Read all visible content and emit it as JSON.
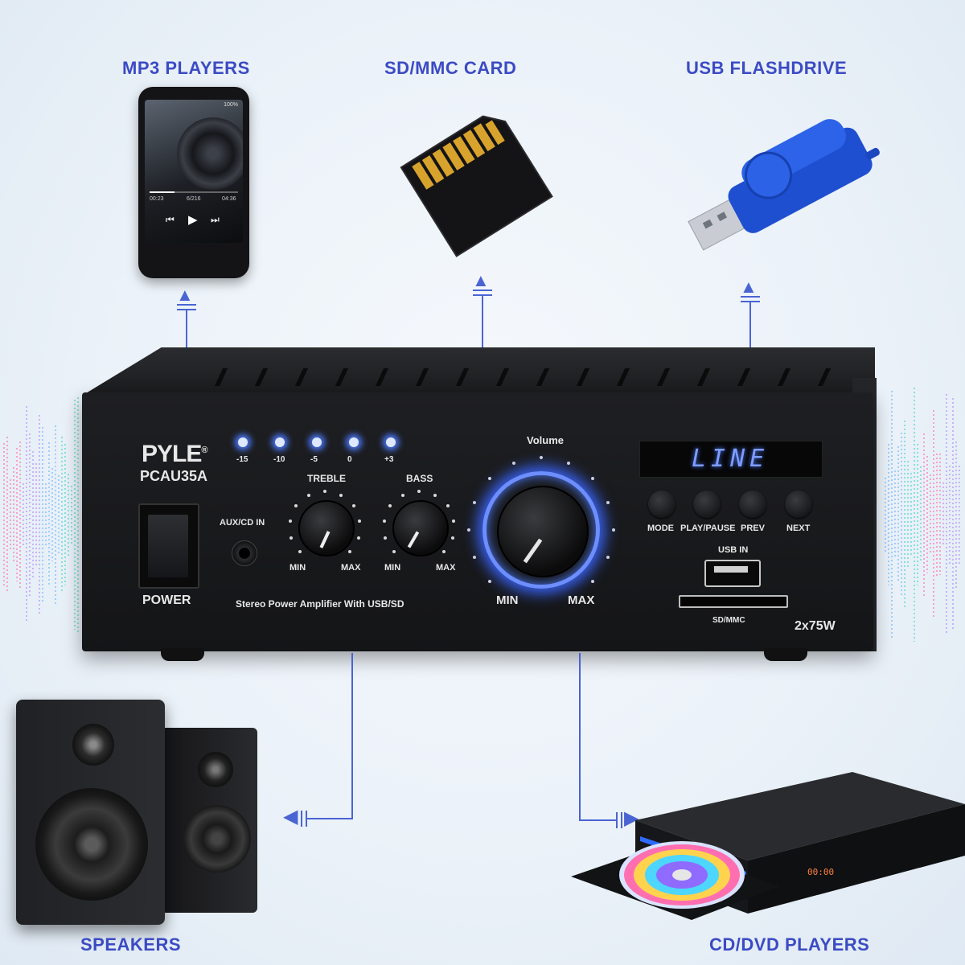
{
  "labels": {
    "mp3": "MP3 PLAYERS",
    "sd": "SD/MMC CARD",
    "usb": "USB FLASHDRIVE",
    "speakers": "SPEAKERS",
    "cd": "CD/DVD PLAYERS"
  },
  "amplifier": {
    "brand": "PYLE",
    "registered": "®",
    "model": "PCAU35A",
    "eq_levels": [
      "-15",
      "-10",
      "-5",
      "0",
      "+3"
    ],
    "treble": "TREBLE",
    "bass": "BASS",
    "min": "MIN",
    "max": "MAX",
    "volume": "Volume",
    "display": "LINE",
    "buttons": [
      "MODE",
      "PLAY/PAUSE",
      "PREV",
      "NEXT"
    ],
    "usb_in": "USB IN",
    "sd_mmc": "SD/MMC",
    "power": "POWER",
    "aux_in": "AUX/CD IN",
    "description": "Stereo Power Amplifier With USB/SD",
    "wattage": "2x75W"
  },
  "phone": {
    "time_elapsed": "00:23",
    "track": "6/216",
    "time_total": "04:36",
    "battery": "100%"
  },
  "dvd": {
    "display": "00:00"
  },
  "colors": {
    "accent": "#3b4bc4",
    "wire": "#4a64d4",
    "led": "#4d7bff",
    "usb_blue": "#1f4fd1"
  }
}
